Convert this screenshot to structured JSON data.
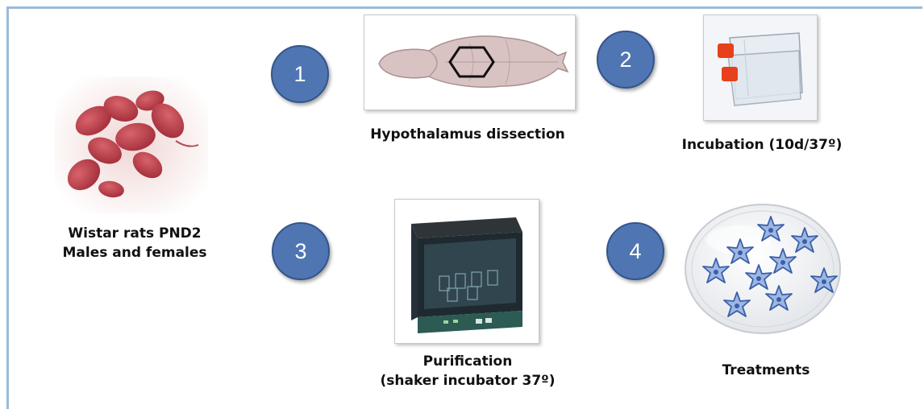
{
  "source": {
    "label_line1": "Wistar rats  PND2",
    "label_line2": "Males and females",
    "image_icon": "rat-pups-icon"
  },
  "steps": [
    {
      "number": "1",
      "label": "Hypothalamus dissection",
      "image_icon": "rat-brain-icon"
    },
    {
      "number": "2",
      "label": "Incubation (10d/37º)",
      "image_icon": "culture-flask-icon"
    },
    {
      "number": "3",
      "label_line1": "Purification",
      "label_line2": "(shaker incubator 37º)",
      "image_icon": "shaker-incubator-icon"
    },
    {
      "number": "4",
      "label": "Treatments",
      "image_icon": "petri-dish-cells-icon"
    }
  ],
  "colors": {
    "step_circle": "#4f76b2",
    "frame_border": "#9bbbd9",
    "flask_cap": "#e8401c",
    "cell_fill": "#9db6e3",
    "cell_stroke": "#3a5fa8"
  }
}
